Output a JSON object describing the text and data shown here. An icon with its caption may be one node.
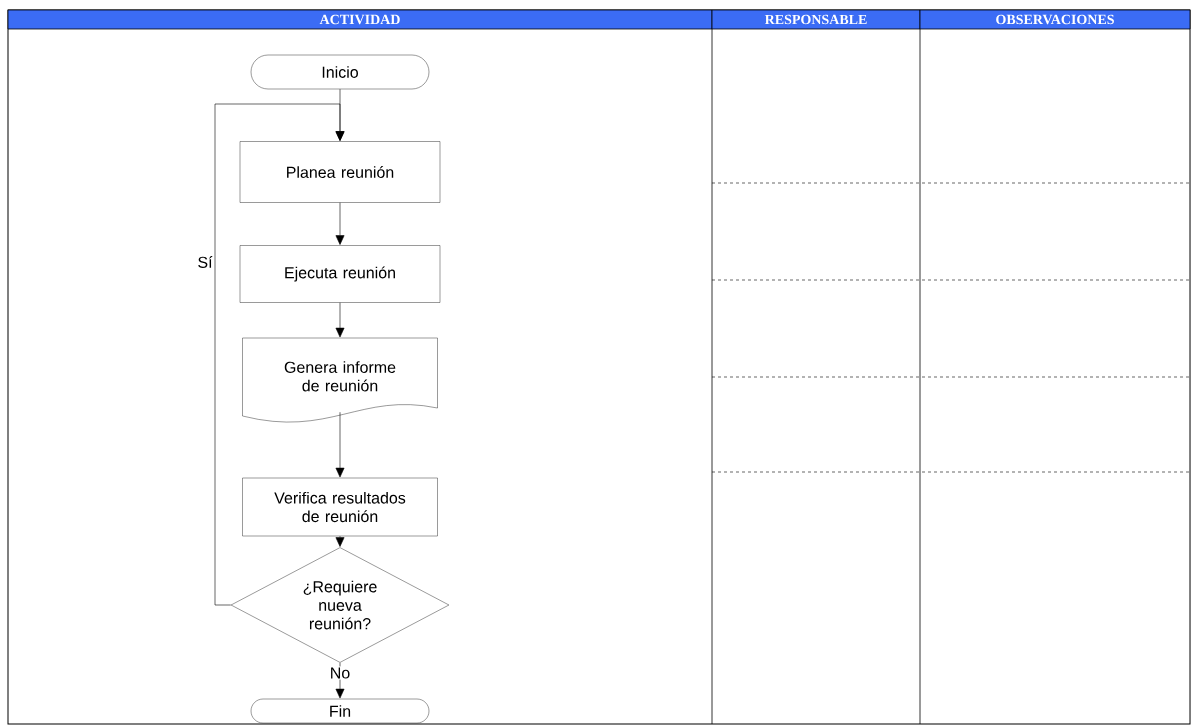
{
  "diagram": {
    "nodes": [
      {
        "text": [
          "ACTIVIDAD"
        ]
      },
      {
        "text": [
          "RESPONSABLE"
        ]
      },
      {
        "text": [
          "OBSERVACIONES"
        ]
      },
      {
        "text": [
          "Inicio"
        ]
      },
      {
        "text": [
          "Planea reunión"
        ]
      },
      {
        "text": [
          "Ejecuta reunión"
        ]
      },
      {
        "text": [
          "Genera informe de reunión"
        ]
      },
      {
        "text": [
          "Verifica resultados de reunión"
        ]
      },
      {
        "text": [
          "¿Requiere nueva reunión?"
        ]
      },
      {
        "text": [
          "Fin"
        ]
      }
    ],
    "edges": [
      {
        "from": 3,
        "to": 4,
        "arrow": "to"
      },
      {
        "from": 4,
        "to": 5,
        "arrow": "to"
      },
      {
        "from": 5,
        "to": 6,
        "arrow": "to"
      },
      {
        "from": 6,
        "to": 7,
        "arrow": "to"
      },
      {
        "from": 7,
        "to": 8,
        "arrow": "to"
      },
      {
        "from": 8,
        "to": 4,
        "arrow": "to",
        "label": "Sí"
      },
      {
        "from": 8,
        "to": 9,
        "arrow": "to",
        "label": "No"
      }
    ]
  }
}
